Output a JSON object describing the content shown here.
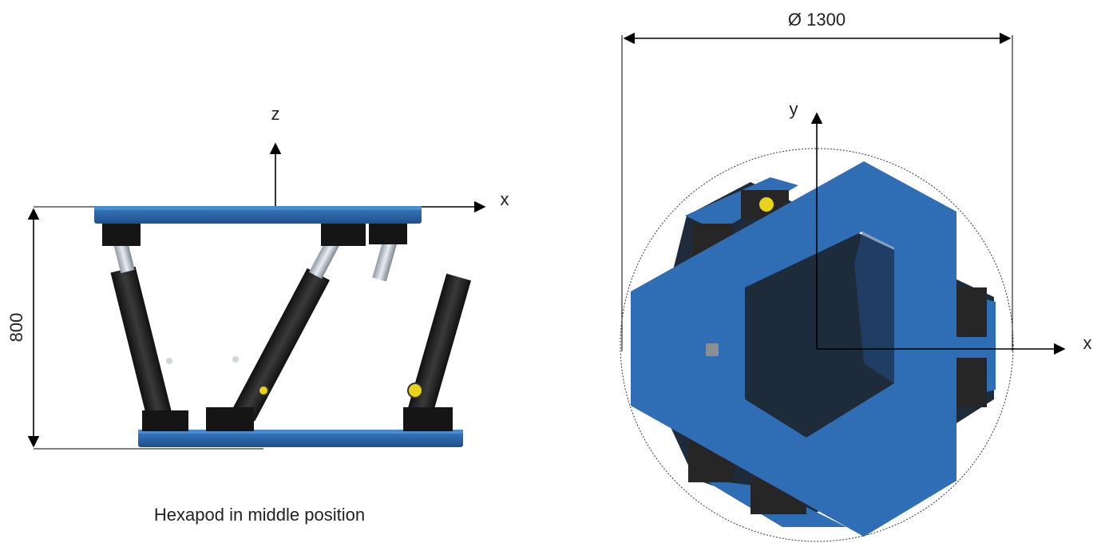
{
  "side_view": {
    "axis_z_label": "z",
    "axis_x_label": "x",
    "height_dimension": "800",
    "caption": "Hexapod in middle position"
  },
  "top_view": {
    "diameter_dimension": "Ø 1300",
    "axis_y_label": "y",
    "axis_x_label": "x"
  },
  "colors": {
    "platform_blue": "#2f6db5",
    "platform_dark": "#1f4f8a",
    "actuator_black": "#1e1e1e",
    "connector_yellow": "#e8d21a"
  }
}
